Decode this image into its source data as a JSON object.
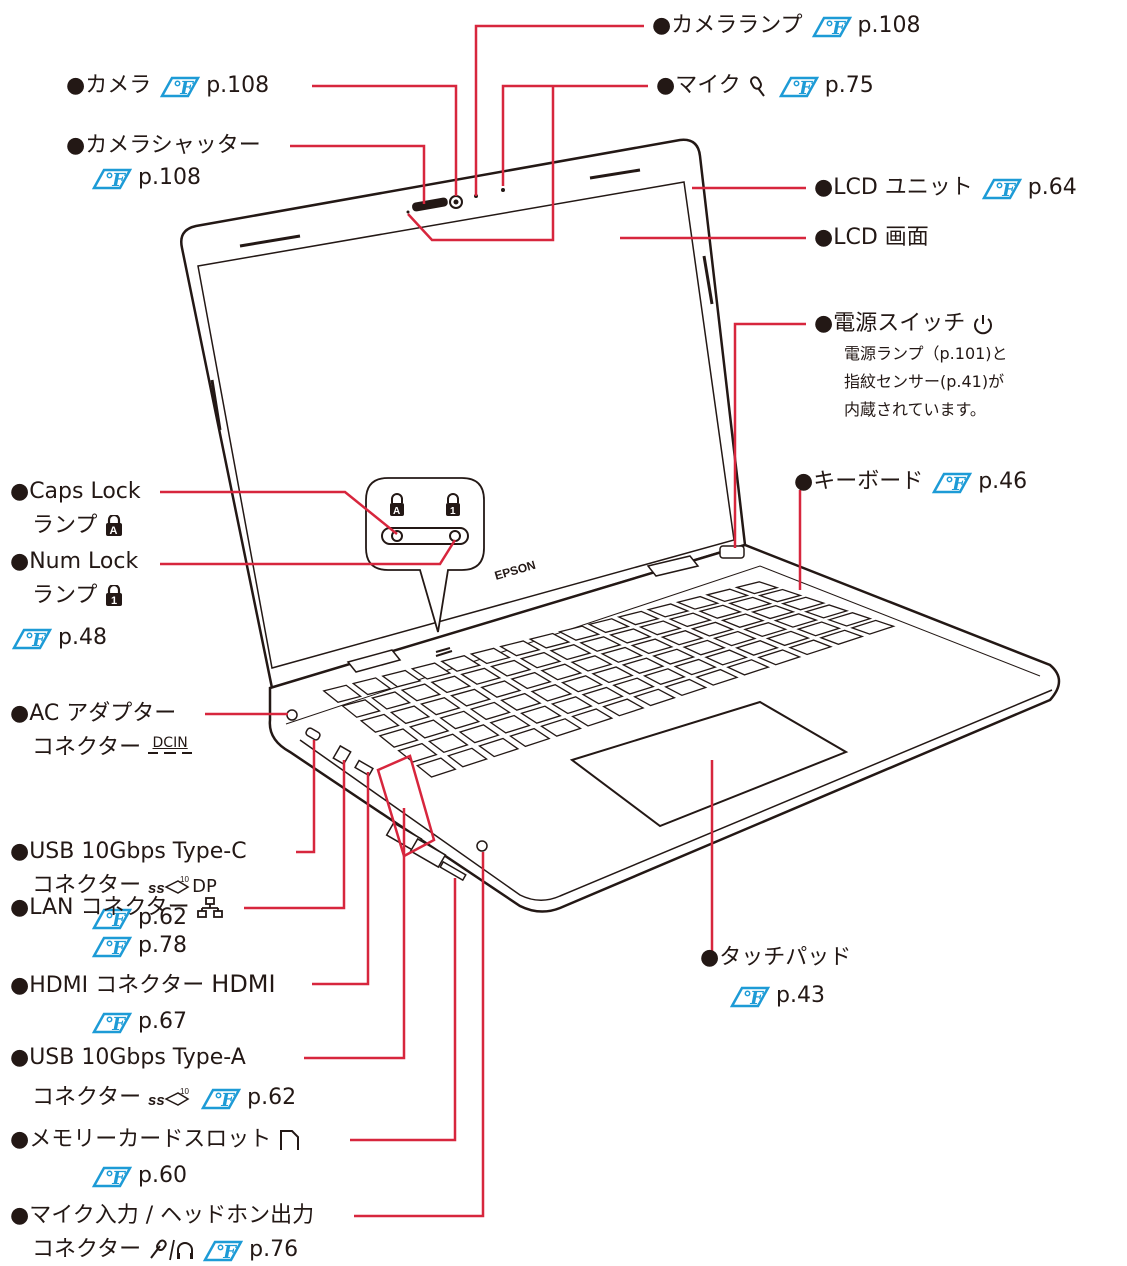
{
  "colors": {
    "leader": "#d7263d",
    "accent": "#1d9bd6",
    "text": "#231815"
  },
  "labels": {
    "camera_lamp": {
      "text": "●カメラランプ",
      "page": "p.108"
    },
    "camera": {
      "text": "●カメラ",
      "page": "p.108"
    },
    "mic": {
      "text": "●マイク",
      "page": "p.75"
    },
    "camera_shutter": {
      "text": "●カメラシャッター",
      "page": "p.108"
    },
    "lcd_unit": {
      "text": "●LCD ユニット",
      "page": "p.64"
    },
    "lcd_screen": {
      "text": "●LCD 画面"
    },
    "power_switch": {
      "text": "●電源スイッチ",
      "note_line1": "電源ランプ（p.101)と",
      "note_line2": "指紋センサー(p.41)が",
      "note_line3": "内蔵されています。"
    },
    "keyboard": {
      "text": "●キーボード",
      "page": "p.46"
    },
    "caps_lock": {
      "line1": "●Caps Lock",
      "line2": "ランプ"
    },
    "num_lock": {
      "line1": "●Num Lock",
      "line2": "ランプ",
      "page": "p.48"
    },
    "ac_adapter": {
      "line1": "●AC アダプター",
      "line2": "コネクター",
      "symbol": "DCIN"
    },
    "usb_c": {
      "line1": "●USB 10Gbps Type-C",
      "line2": "コネクター",
      "symbol": "DP",
      "page": "p.62"
    },
    "lan": {
      "text": "●LAN コネクター",
      "page": "p.78"
    },
    "hdmi": {
      "text": "●HDMI コネクター",
      "symbol": "HDMI",
      "page": "p.67"
    },
    "usb_a": {
      "line1": "●USB 10Gbps Type-A",
      "line2": "コネクター",
      "page": "p.62"
    },
    "memory_card": {
      "text": "●メモリーカードスロット",
      "page": "p.60"
    },
    "audio": {
      "line1": "●マイク入力 / ヘッドホン出力",
      "line2": "コネクター",
      "page": "p.76"
    },
    "touchpad": {
      "text": "●タッチパッド",
      "page": "p.43"
    }
  },
  "laptop": {
    "brand": "EPSON"
  },
  "icons": [
    "page-reference-icon",
    "mic-icon",
    "power-icon",
    "caps-lock-icon",
    "num-lock-icon",
    "usb-ss-icon",
    "lan-icon",
    "memory-card-icon",
    "mic-headphone-icon"
  ]
}
